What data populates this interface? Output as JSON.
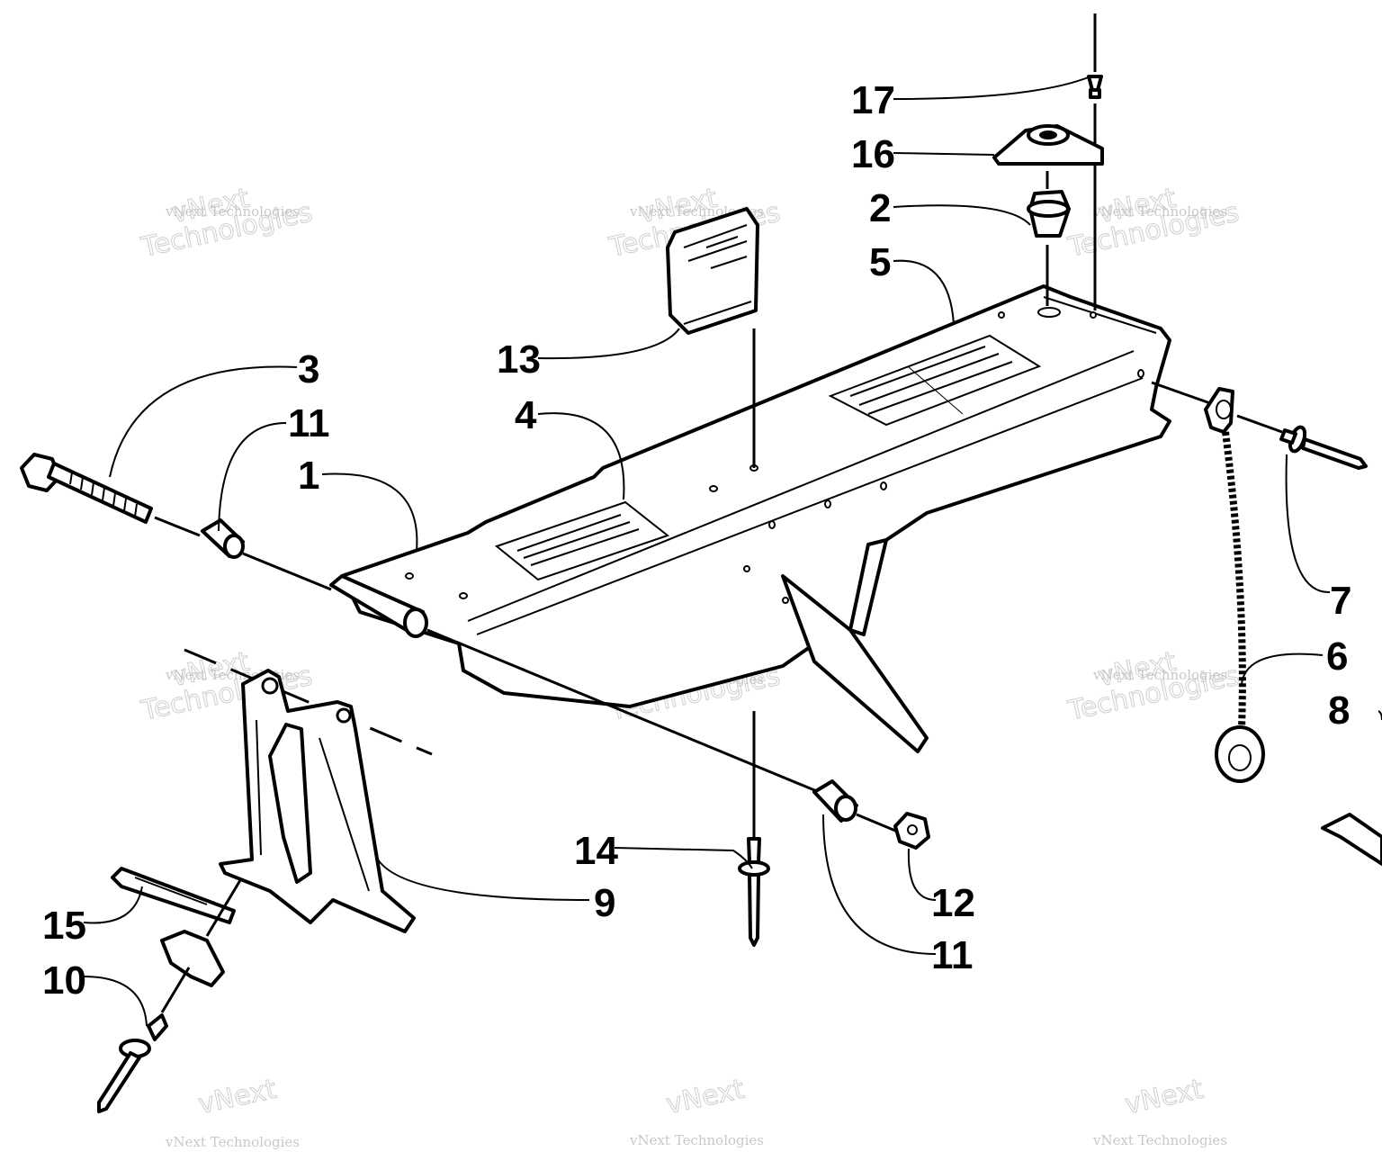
{
  "watermark": {
    "line1": "vNext",
    "line2": "Technologies",
    "small": "vNext Technologies"
  },
  "callouts": [
    {
      "id": "17",
      "text": "17"
    },
    {
      "id": "16",
      "text": "16"
    },
    {
      "id": "2",
      "text": "2"
    },
    {
      "id": "5",
      "text": "5"
    },
    {
      "id": "13",
      "text": "13"
    },
    {
      "id": "3",
      "text": "3"
    },
    {
      "id": "11a",
      "text": "11"
    },
    {
      "id": "1",
      "text": "1"
    },
    {
      "id": "4",
      "text": "4"
    },
    {
      "id": "7",
      "text": "7"
    },
    {
      "id": "6",
      "text": "6"
    },
    {
      "id": "8",
      "text": "8"
    },
    {
      "id": "14",
      "text": "14"
    },
    {
      "id": "9",
      "text": "9"
    },
    {
      "id": "12",
      "text": "12"
    },
    {
      "id": "11b",
      "text": "11"
    },
    {
      "id": "15",
      "text": "15"
    },
    {
      "id": "10",
      "text": "10"
    }
  ]
}
